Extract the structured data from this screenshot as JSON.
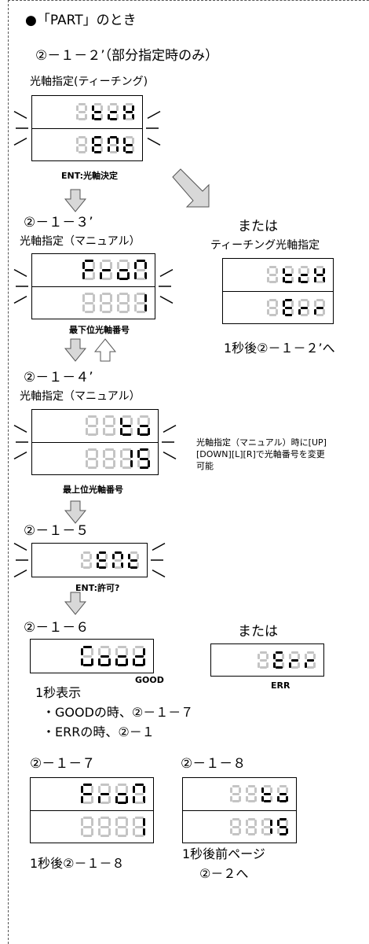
{
  "header": "●「PART」のとき",
  "sub_heading": "②－１－２’（部分指定時のみ）",
  "s1": {
    "label": "光軸指定(ティーチング)",
    "rows": [
      " tcH",
      " Ent"
    ],
    "caption": "ENT:光軸決定"
  },
  "s_alt1": {
    "or": "または",
    "label": "ティーチング光軸指定",
    "rows": [
      " tcH",
      " Err"
    ],
    "after": "1秒後②－１－２’へ"
  },
  "s2": {
    "step": "②－１－３’",
    "label": "光軸指定（マニュアル）",
    "rows": [
      "Fron",
      "   1"
    ],
    "caption": "最下位光軸番号"
  },
  "s3": {
    "step": "②－１－４’",
    "label": "光軸指定（マニュアル）",
    "rows": [
      "  to",
      "  15"
    ],
    "caption": "最上位光軸番号",
    "note": "光軸指定（マニュアル）時に[UP][DOWN][L][R]で光軸番号を変更可能"
  },
  "s4": {
    "step": "②－１－５",
    "rows": [
      " Ent"
    ],
    "caption": "ENT:許可?"
  },
  "s5": {
    "step": "②－１－６",
    "rows": [
      "Good"
    ],
    "caption": "GOOD",
    "or": "または",
    "err_rows": [
      " Err"
    ],
    "err_caption": "ERR",
    "time": "1秒表示",
    "good_line": "・GOODの時、②－１－７",
    "err_line": "・ERRの時、②－１"
  },
  "s6": {
    "step": "②－１－７",
    "rows": [
      "Fron",
      "   1"
    ],
    "after": "1秒後②－１－８"
  },
  "s7": {
    "step": "②－１－８",
    "rows": [
      "  to",
      "  15"
    ],
    "after1": "1秒後前ページ",
    "after2": "②－２へ"
  },
  "colors": {
    "segment_on": "#000000",
    "segment_off": "#c4c4c4",
    "arrow_fill": "#d8d8d8"
  }
}
